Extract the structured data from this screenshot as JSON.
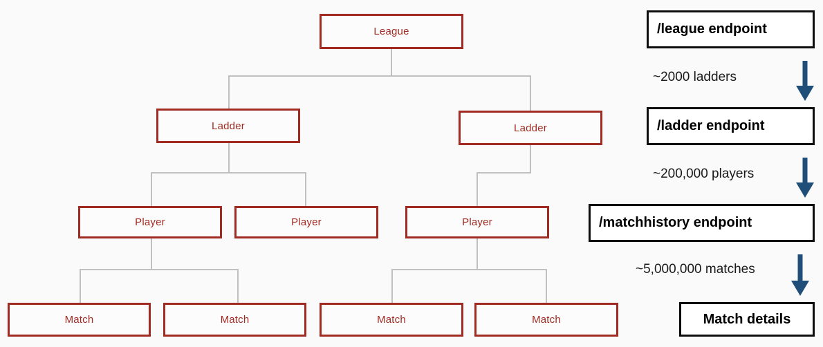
{
  "diagram": {
    "title_absent": true,
    "colors": {
      "node_border": "#a02b22",
      "node_text": "#a02b22",
      "connector": "#c0c0c0",
      "flow_border": "#0d0d0d",
      "flow_text": "#000000",
      "arrow": "#1f4e79",
      "background": "#fbfafa"
    },
    "tree": {
      "root": {
        "label": "League"
      },
      "level_ladder": [
        {
          "label": "Ladder"
        },
        {
          "label": "Ladder"
        }
      ],
      "level_player": [
        {
          "label": "Player"
        },
        {
          "label": "Player"
        },
        {
          "label": "Player"
        }
      ],
      "level_match": [
        {
          "label": "Match"
        },
        {
          "label": "Match"
        },
        {
          "label": "Match"
        },
        {
          "label": "Match"
        }
      ]
    },
    "flow": {
      "steps": [
        {
          "box": "/league endpoint"
        },
        {
          "box": "/ladder endpoint"
        },
        {
          "box": "/matchhistory endpoint"
        },
        {
          "box": "Match details"
        }
      ],
      "edge_labels": [
        "~2000 ladders",
        "~200,000 players",
        "~5,000,000 matches"
      ],
      "arrow_icons": [
        "arrow-down-icon",
        "arrow-down-icon",
        "arrow-down-icon"
      ]
    }
  }
}
